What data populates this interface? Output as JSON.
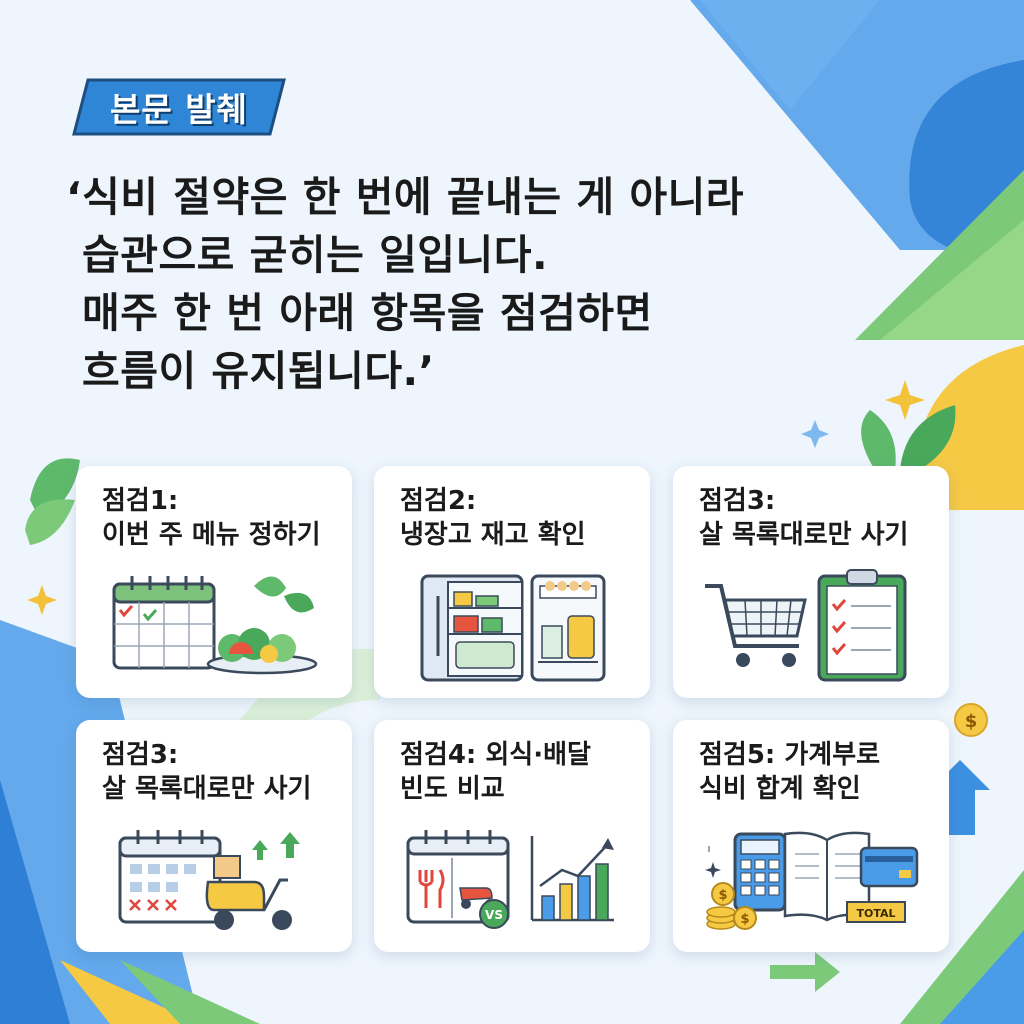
{
  "badge": {
    "label": "본문 발췌"
  },
  "quote": {
    "lines": [
      "‘식비 절약은 한 번에 끝내는 게 아니라",
      "습관으로 굳히는 일입니다.",
      "매주 한 번 아래 항목을 점검하면",
      "흐름이 유지됩니다.’"
    ]
  },
  "cards": [
    {
      "title_1": "점검1:",
      "title_2": "이번 주 메뉴 정하기",
      "icon": "calendar-salad-icon"
    },
    {
      "title_1": "점검2:",
      "title_2": "냉장고 재고 확인",
      "icon": "fridge-icon"
    },
    {
      "title_1": "점검3:",
      "title_2": "살 목록대로만 사기",
      "icon": "cart-checklist-icon"
    },
    {
      "title_1": "점검3:",
      "title_2": "살 목록대로만 사기",
      "icon": "calendar-scooter-icon"
    },
    {
      "title_1": "점검4: 외식·배달",
      "title_2": "빈도 비교",
      "icon": "dining-chart-icon"
    },
    {
      "title_1": "점검5: 가계부로",
      "title_2": "식비 합계 확인",
      "icon": "calculator-ledger-icon"
    }
  ],
  "icons_text": {
    "vs": "VS",
    "total": "TOTAL",
    "dollar": "$"
  },
  "colors": {
    "accent_blue": "#3d8fe0",
    "accent_green": "#6cc070",
    "accent_yellow": "#f6c945",
    "badge_blue": "#2f86d6"
  }
}
